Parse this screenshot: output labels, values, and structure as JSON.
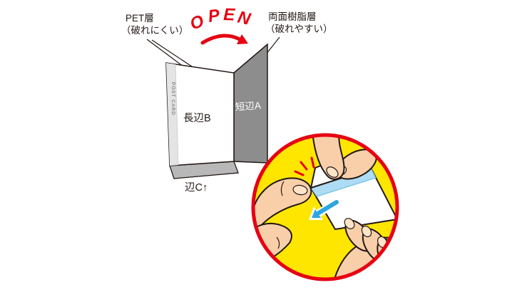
{
  "annotations": {
    "pet_layer_label_line1": "PET層",
    "pet_layer_label_line2": "（破れにくい）",
    "resin_layer_label_line1": "両面樹脂層",
    "resin_layer_label_line2": "（破れやすい）",
    "open_letters": [
      "O",
      "P",
      "E",
      "N"
    ]
  },
  "card": {
    "front_panel_label": "長辺B",
    "side_panel_label": "短辺A",
    "bottom_edge_label": "辺C↑",
    "front_panel_vertical_text": "POST CARD"
  },
  "colors": {
    "accent_red": "#e60012",
    "inset_yellow": "#ffe600",
    "panel_dark_gray": "#8d8d8d",
    "panel_edge_gray": "#e4e4e4",
    "flap_gray": "#b8b8b8",
    "outline_black": "#231815",
    "skin": "#f8cfa9",
    "nail": "#fde4c8",
    "arrow_blue": "#2ca6e0",
    "resin_blue_light": "#aedcf4"
  }
}
